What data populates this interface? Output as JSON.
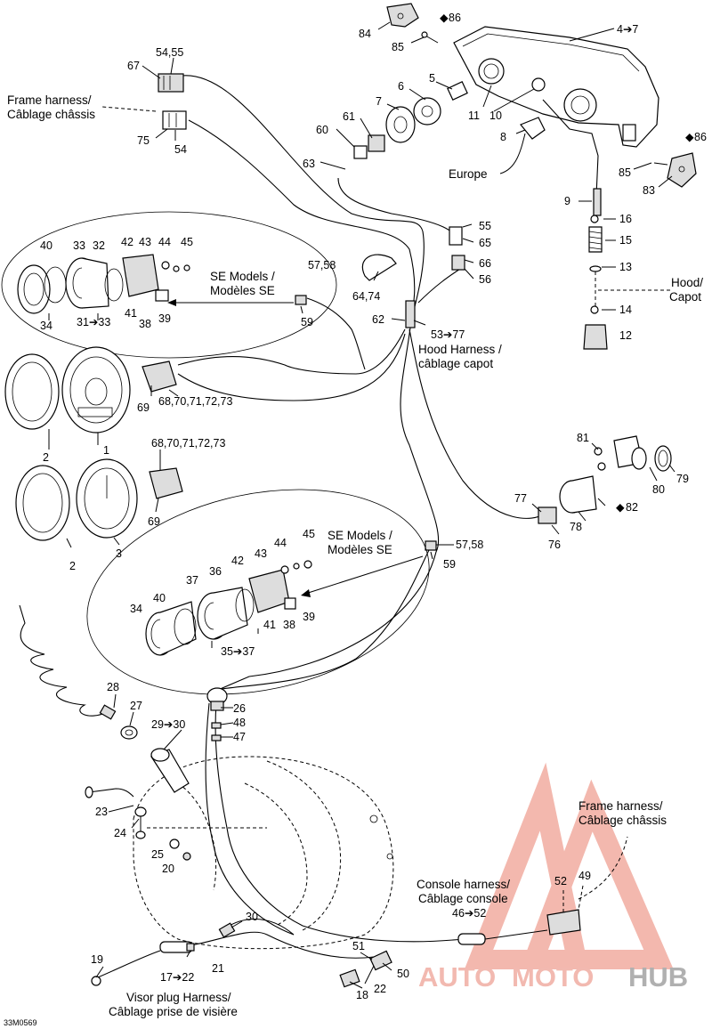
{
  "drawing_code": "33M0569",
  "watermark": {
    "part1": "AUTO",
    "part2": "MOTO",
    "part3": "HUB",
    "color": "#e9544a"
  },
  "captions": {
    "frame_harness_top": [
      "Frame harness/",
      "Câblage châssis"
    ],
    "frame_harness_bottom": [
      "Frame harness/",
      "Câblage châssis"
    ],
    "se_models_top": [
      "SE Models /",
      "Modèles SE"
    ],
    "se_models_bottom": [
      "SE Models /",
      "Modèles SE"
    ],
    "hood_harness": [
      "Hood Harness /",
      "câblage capot"
    ],
    "hood_capot": [
      "Hood/",
      "Capot"
    ],
    "console_harness": [
      "Console harness/",
      "Câblage console"
    ],
    "visor_plug": [
      "Visor plug Harness/",
      "Câblage prise de visière"
    ],
    "europe": "Europe"
  },
  "labels": {
    "p84": "84",
    "p86a": "86",
    "p85a": "85",
    "p4_7": "4➔7",
    "p5": "5",
    "p6": "6",
    "p7": "7",
    "p11": "11",
    "p10": "10",
    "p8": "8",
    "p61": "61",
    "p60": "60",
    "p63": "63",
    "p86b": "86",
    "p85b": "85",
    "p83": "83",
    "p9": "9",
    "p16": "16",
    "p15": "15",
    "p13": "13",
    "p14": "14",
    "p12": "12",
    "p55": "55",
    "p65": "65",
    "p66": "66",
    "p56": "56",
    "p54_55": "54,55",
    "p67": "67",
    "p75": "75",
    "p54": "54",
    "p40a": "40",
    "p33a": "33",
    "p32": "32",
    "p42a": "42",
    "p43a": "43",
    "p44a": "44",
    "p45a": "45",
    "p34a": "34",
    "p31_33": "31➔33",
    "p41a": "41",
    "p38a": "38",
    "p39a": "39",
    "p57_58a": "57,58",
    "p59a": "59",
    "p64_74": "64,74",
    "p62": "62",
    "p53_77": "53➔77",
    "p69a": "69",
    "p68a": "68,70,71,72,73",
    "p2a": "2",
    "p1": "1",
    "p68b": "68,70,71,72,73",
    "p69b": "69",
    "p2b": "2",
    "p3": "3",
    "p81": "81",
    "p80": "80",
    "p79": "79",
    "p82": "82",
    "p77": "77",
    "p78": "78",
    "p76": "76",
    "p45b": "45",
    "p44b": "44",
    "p43b": "43",
    "p42b": "42",
    "p36": "36",
    "p37": "37",
    "p34b": "34",
    "p40b": "40",
    "p41b": "41",
    "p38b": "38",
    "p39b": "39",
    "p35_37": "35➔37",
    "p57_58b": "57,58",
    "p59b": "59",
    "p28": "28",
    "p27": "27",
    "p29_30": "29➔30",
    "p26": "26",
    "p48": "48",
    "p47": "47",
    "p23": "23",
    "p24": "24",
    "p25": "25",
    "p20": "20",
    "p30": "30",
    "p19": "19",
    "p17_22": "17➔22",
    "p21": "21",
    "p51": "51",
    "p50": "50",
    "p18": "18",
    "p22": "22",
    "p52": "52",
    "p49": "49",
    "p46_52": "46➔52"
  }
}
